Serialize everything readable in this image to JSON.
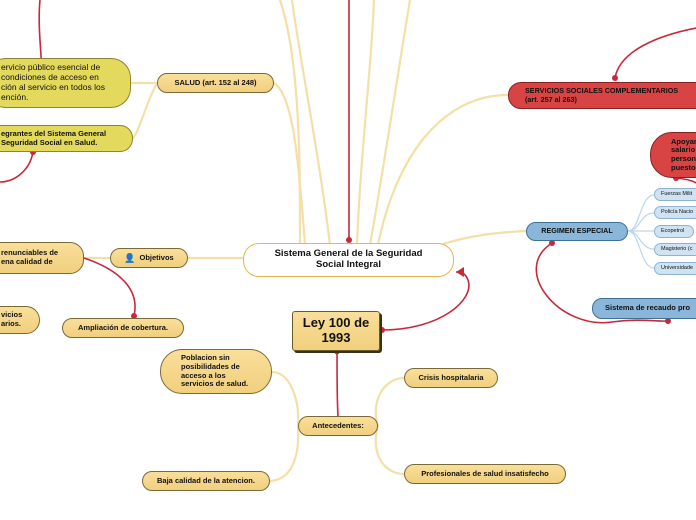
{
  "central": {
    "title": "Sistema General de la Seguridad Social Integral"
  },
  "law": {
    "title": "Ley 100 de 1993"
  },
  "salud": {
    "label": "SALUD (art. 152 al 248)",
    "description": "Servicio público esencial de ... condiciones de acceso en ... ación al servicio en todos los ... ención.",
    "desc_lines": [
      "ervicio público esencial de",
      "condiciones de acceso en",
      "ción al servicio en todos los",
      "ención."
    ],
    "integrantes_lines": [
      "egrantes del Sistema General",
      "Seguridad Social en Salud."
    ]
  },
  "objetivos": {
    "label": "Objetivos",
    "icon": "person-icon",
    "left_lines": [
      "renunciables de",
      "ena calidad de"
    ],
    "servicios_lines": [
      "vicios",
      "arios."
    ],
    "ampliacion": "Ampliación de cobertura."
  },
  "servicios_sociales": {
    "label_lines": [
      "SERVICIOS SOCIALES COMPLEMENTARIOS",
      "(art. 257 al 263)"
    ]
  },
  "apoyo": {
    "lines": [
      "Apoyar",
      "salario",
      "person",
      "puesto"
    ]
  },
  "regimen_especial": {
    "label": "REGIMEN ESPECIAL",
    "items": [
      "Fuerzas Milit",
      "Policía Nacio",
      "Ecopetrol",
      "Magisterio (c",
      "Universidade"
    ]
  },
  "recaudo": {
    "label": "Sistema de recaudo pro"
  },
  "antecedentes": {
    "label": "Antecedentes:",
    "poblacion_lines": [
      "Poblacion sin",
      "posibilidades de",
      "acceso a los",
      "servicios de salud."
    ],
    "crisis": "Crisis hospitalaria",
    "baja_calidad": "Baja calidad de la atencion.",
    "profesionales": "Profesionales de salud insatisfecho"
  },
  "colors": {
    "tan": "#f5d78a",
    "yellow": "#e3d95c",
    "red": "#d84343",
    "blue": "#8ab7d9",
    "link_tan": "#f4dfa6",
    "link_red": "#c8283a"
  }
}
